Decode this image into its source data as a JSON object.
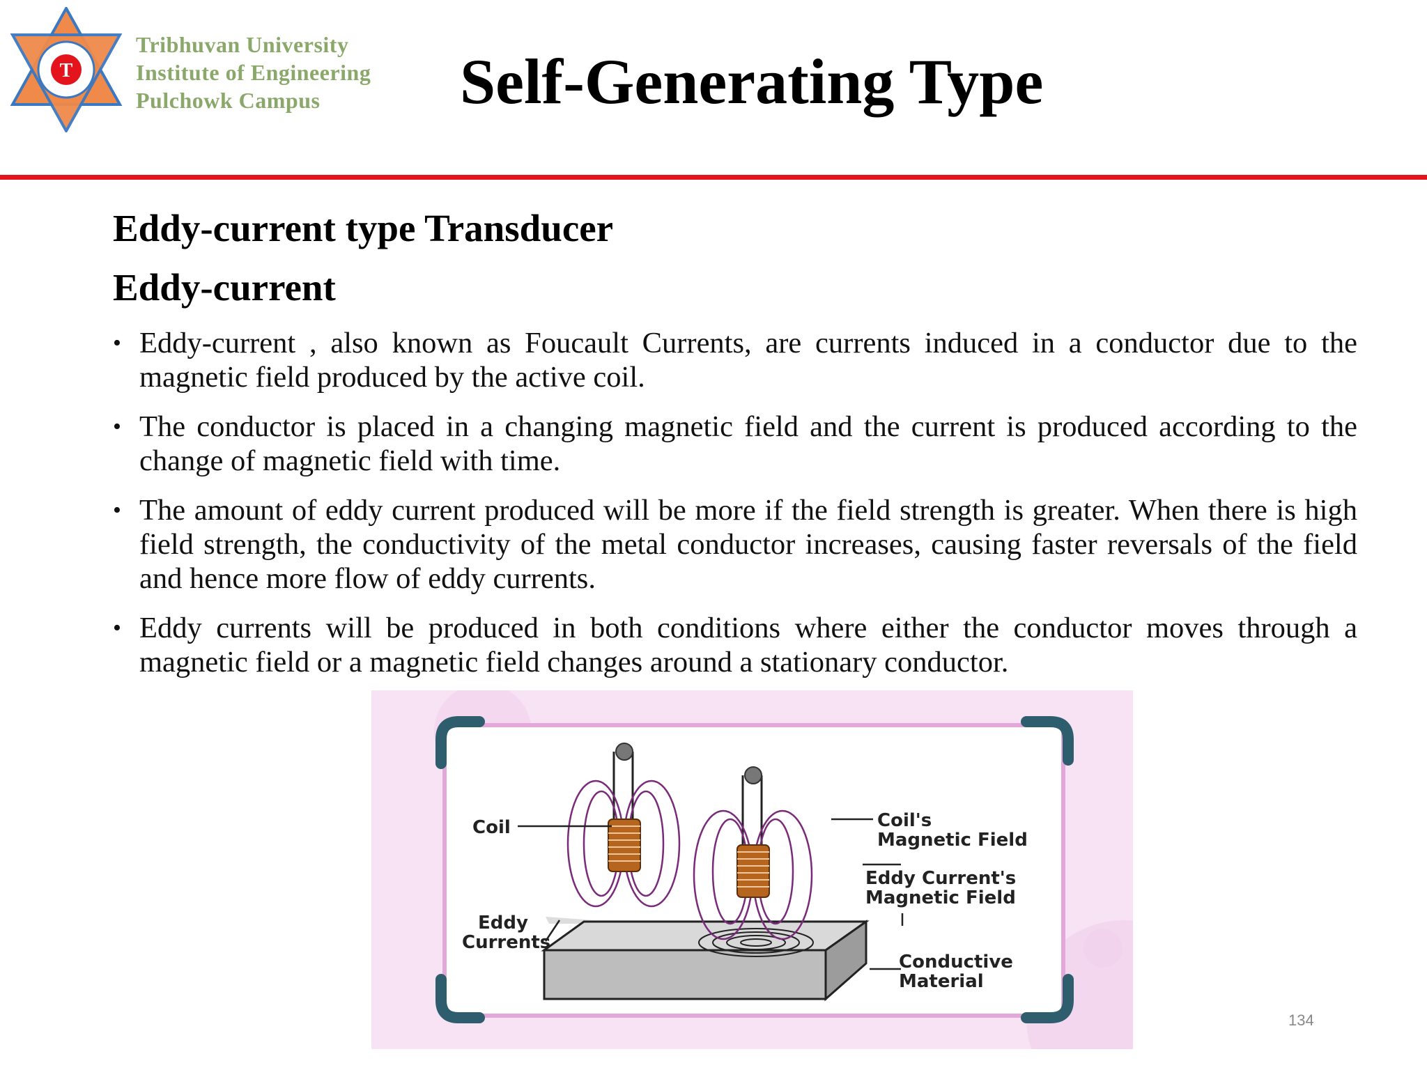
{
  "header": {
    "logo_lines": [
      "Tribhuvan University",
      "Institute of Engineering",
      "Pulchowk Campus"
    ],
    "logo_seal_letters": "T",
    "title": "Self-Generating Type"
  },
  "content": {
    "heading1": "Eddy-current type Transducer",
    "heading2": "Eddy-current",
    "bullets": [
      "Eddy-current , also known as Foucault Currents, are currents induced in a conductor due to the magnetic field produced by the active coil.",
      "The conductor is placed in a changing magnetic field and the current is produced according to the change of magnetic field with time.",
      "The amount of eddy current produced will be more if the field strength is greater. When there is high field strength, the conductivity of the metal conductor increases, causing faster reversals of the field and hence more flow of eddy currents.",
      "Eddy currents will be produced in both conditions where either the conductor moves through a magnetic field or a magnetic field changes around a stationary conductor."
    ],
    "bullet_symbol": "•"
  },
  "figure": {
    "labels": {
      "coil": "Coil",
      "eddy_1": "Eddy",
      "eddy_2": "Currents",
      "coil_field_1": "Coil's",
      "coil_field_2": "Magnetic Field",
      "eddy_field_1": "Eddy Current's",
      "eddy_field_2": "Magnetic Field",
      "conductive_1": "Conductive",
      "conductive_2": "Material"
    },
    "colors": {
      "background": "#f7e3f4",
      "frame": "#e3a8d9",
      "corner": "#2e5e6e",
      "field_lines": "#7a2a7a",
      "coil": "#b5651d"
    }
  },
  "footer": {
    "page_number": "134"
  },
  "colors": {
    "rule": "#e3141c",
    "logo_text": "#8aa86a",
    "logo_orange": "#f08a4b",
    "logo_blue": "#3a78c2"
  }
}
